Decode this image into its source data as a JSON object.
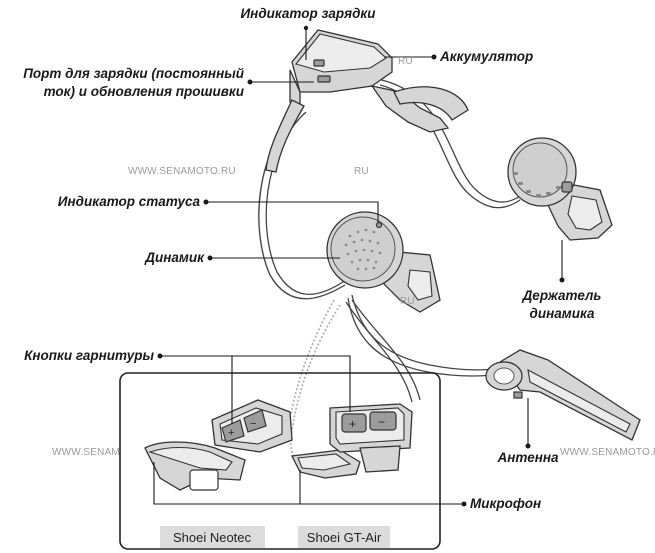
{
  "labels": {
    "charge_indicator": "Индикатор зарядки",
    "battery": "Аккумулятор",
    "port_line1": "Порт для зарядки (постоянный",
    "port_line2": "ток) и обновления прошивки",
    "status_indicator": "Индикатор статуса",
    "speaker": "Динамик",
    "speaker_holder_line1": "Держатель",
    "speaker_holder_line2": "динамика",
    "headset_buttons": "Кнопки гарнитуры",
    "antenna": "Антенна",
    "microphone": "Микрофон"
  },
  "watermarks": {
    "w1": "WWW.SENAMOTO.RU",
    "w2": "WWW.SENAMOTO.RU",
    "w3": "RU",
    "w4": "RU",
    "w5": "WWW.SENAMOTO.RU",
    "w6": "WWW.SENAM"
  },
  "captions": {
    "left": "Shoei Neotec",
    "right": "Shoei GT-Air"
  },
  "button_symbols": {
    "plus": "+",
    "minus": "−"
  }
}
